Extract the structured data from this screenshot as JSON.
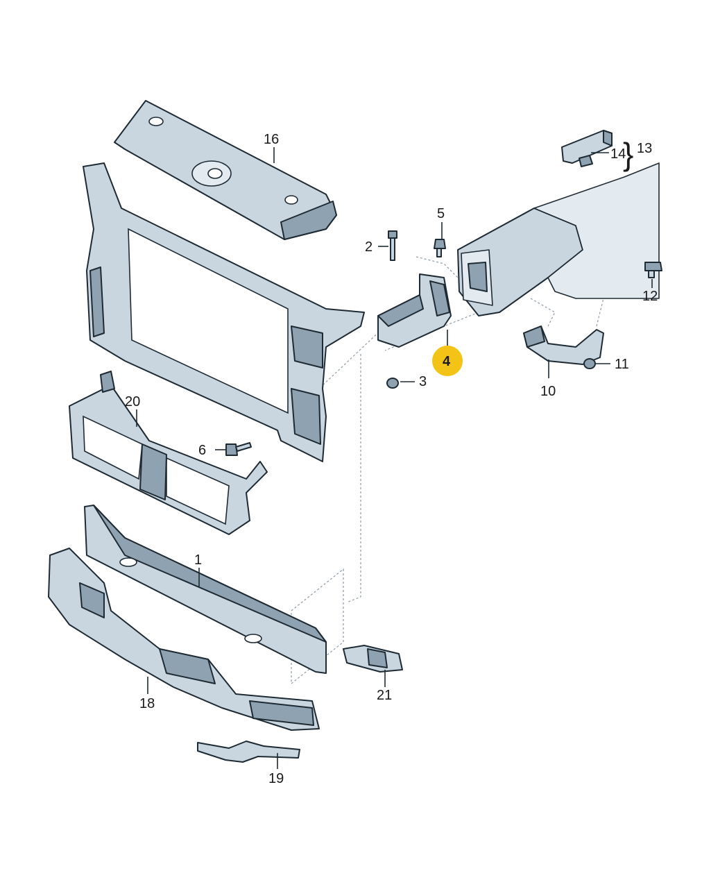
{
  "diagram": {
    "highlight_color": "#f3c316",
    "part_color": "#c9d6e0",
    "callouts": {
      "c1": "1",
      "c2": "2",
      "c3": "3",
      "c4": "4",
      "c5": "5",
      "c6": "6",
      "c10": "10",
      "c11": "11",
      "c12": "12",
      "c13": "13",
      "c14": "14",
      "c16": "16",
      "c18": "18",
      "c19": "19",
      "c20": "20",
      "c21": "21"
    },
    "highlighted": "4"
  }
}
